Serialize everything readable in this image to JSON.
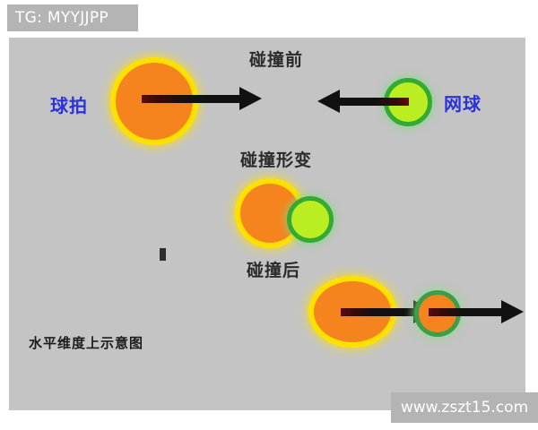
{
  "overlay": {
    "tg_badge": "TG: MYYJJPP",
    "watermark": "www.zszt15.com"
  },
  "diagram": {
    "caption": "水平维度上示意图",
    "colors": {
      "background": "#c4c4c4",
      "racket_fill": "#f5841f",
      "racket_glow": "#ffe000",
      "ball_fill": "#bbee22",
      "ball_ring": "#33aa33",
      "arrow": "#111111",
      "side_label": "#2a33d8",
      "phase_label": "#2b2b2b"
    },
    "phases": [
      {
        "title": "碰撞前",
        "left_label": "球拍",
        "right_label": "网球",
        "left_object": "racket-circle",
        "right_object": "tennis-ball-circle",
        "left_arrow_direction": "right",
        "right_arrow_direction": "left"
      },
      {
        "title": "碰撞形变",
        "left_object": "racket-circle-deformed",
        "right_object": "tennis-ball-circle-deformed",
        "left_label": "",
        "right_label": "",
        "left_arrow_direction": "none",
        "right_arrow_direction": "none"
      },
      {
        "title": "碰撞后",
        "left_object": "racket-ellipse",
        "right_object": "tennis-ball-small",
        "left_label": "",
        "right_label": "",
        "left_arrow_direction": "right",
        "right_arrow_direction": "right"
      }
    ]
  }
}
